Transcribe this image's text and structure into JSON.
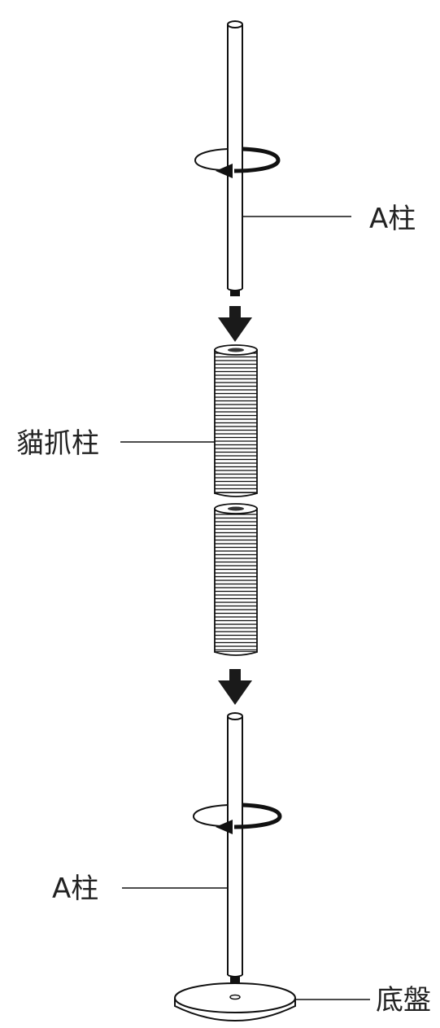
{
  "labels": {
    "upper_post": "A柱",
    "scratch_post": "貓抓柱",
    "lower_post": "A柱",
    "base": "底盤"
  },
  "colors": {
    "line": "#111111",
    "arrow": "#1a1a1a",
    "text": "#222222"
  },
  "icons": [
    "down-arrow-icon",
    "rotate-arrow-icon"
  ]
}
